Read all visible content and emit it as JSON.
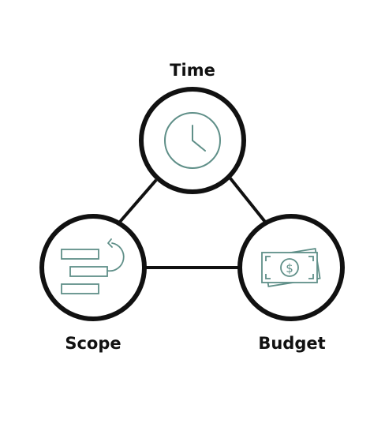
{
  "nodes": {
    "time": {
      "label": "Time",
      "icon": "clock-icon"
    },
    "scope": {
      "label": "Scope",
      "icon": "task-bars-icon"
    },
    "budget": {
      "label": "Budget",
      "icon": "money-bills-icon"
    }
  },
  "colors": {
    "outline": "#111111",
    "icon": "#5f8f88",
    "background": "#ffffff"
  },
  "money_symbol": "$"
}
